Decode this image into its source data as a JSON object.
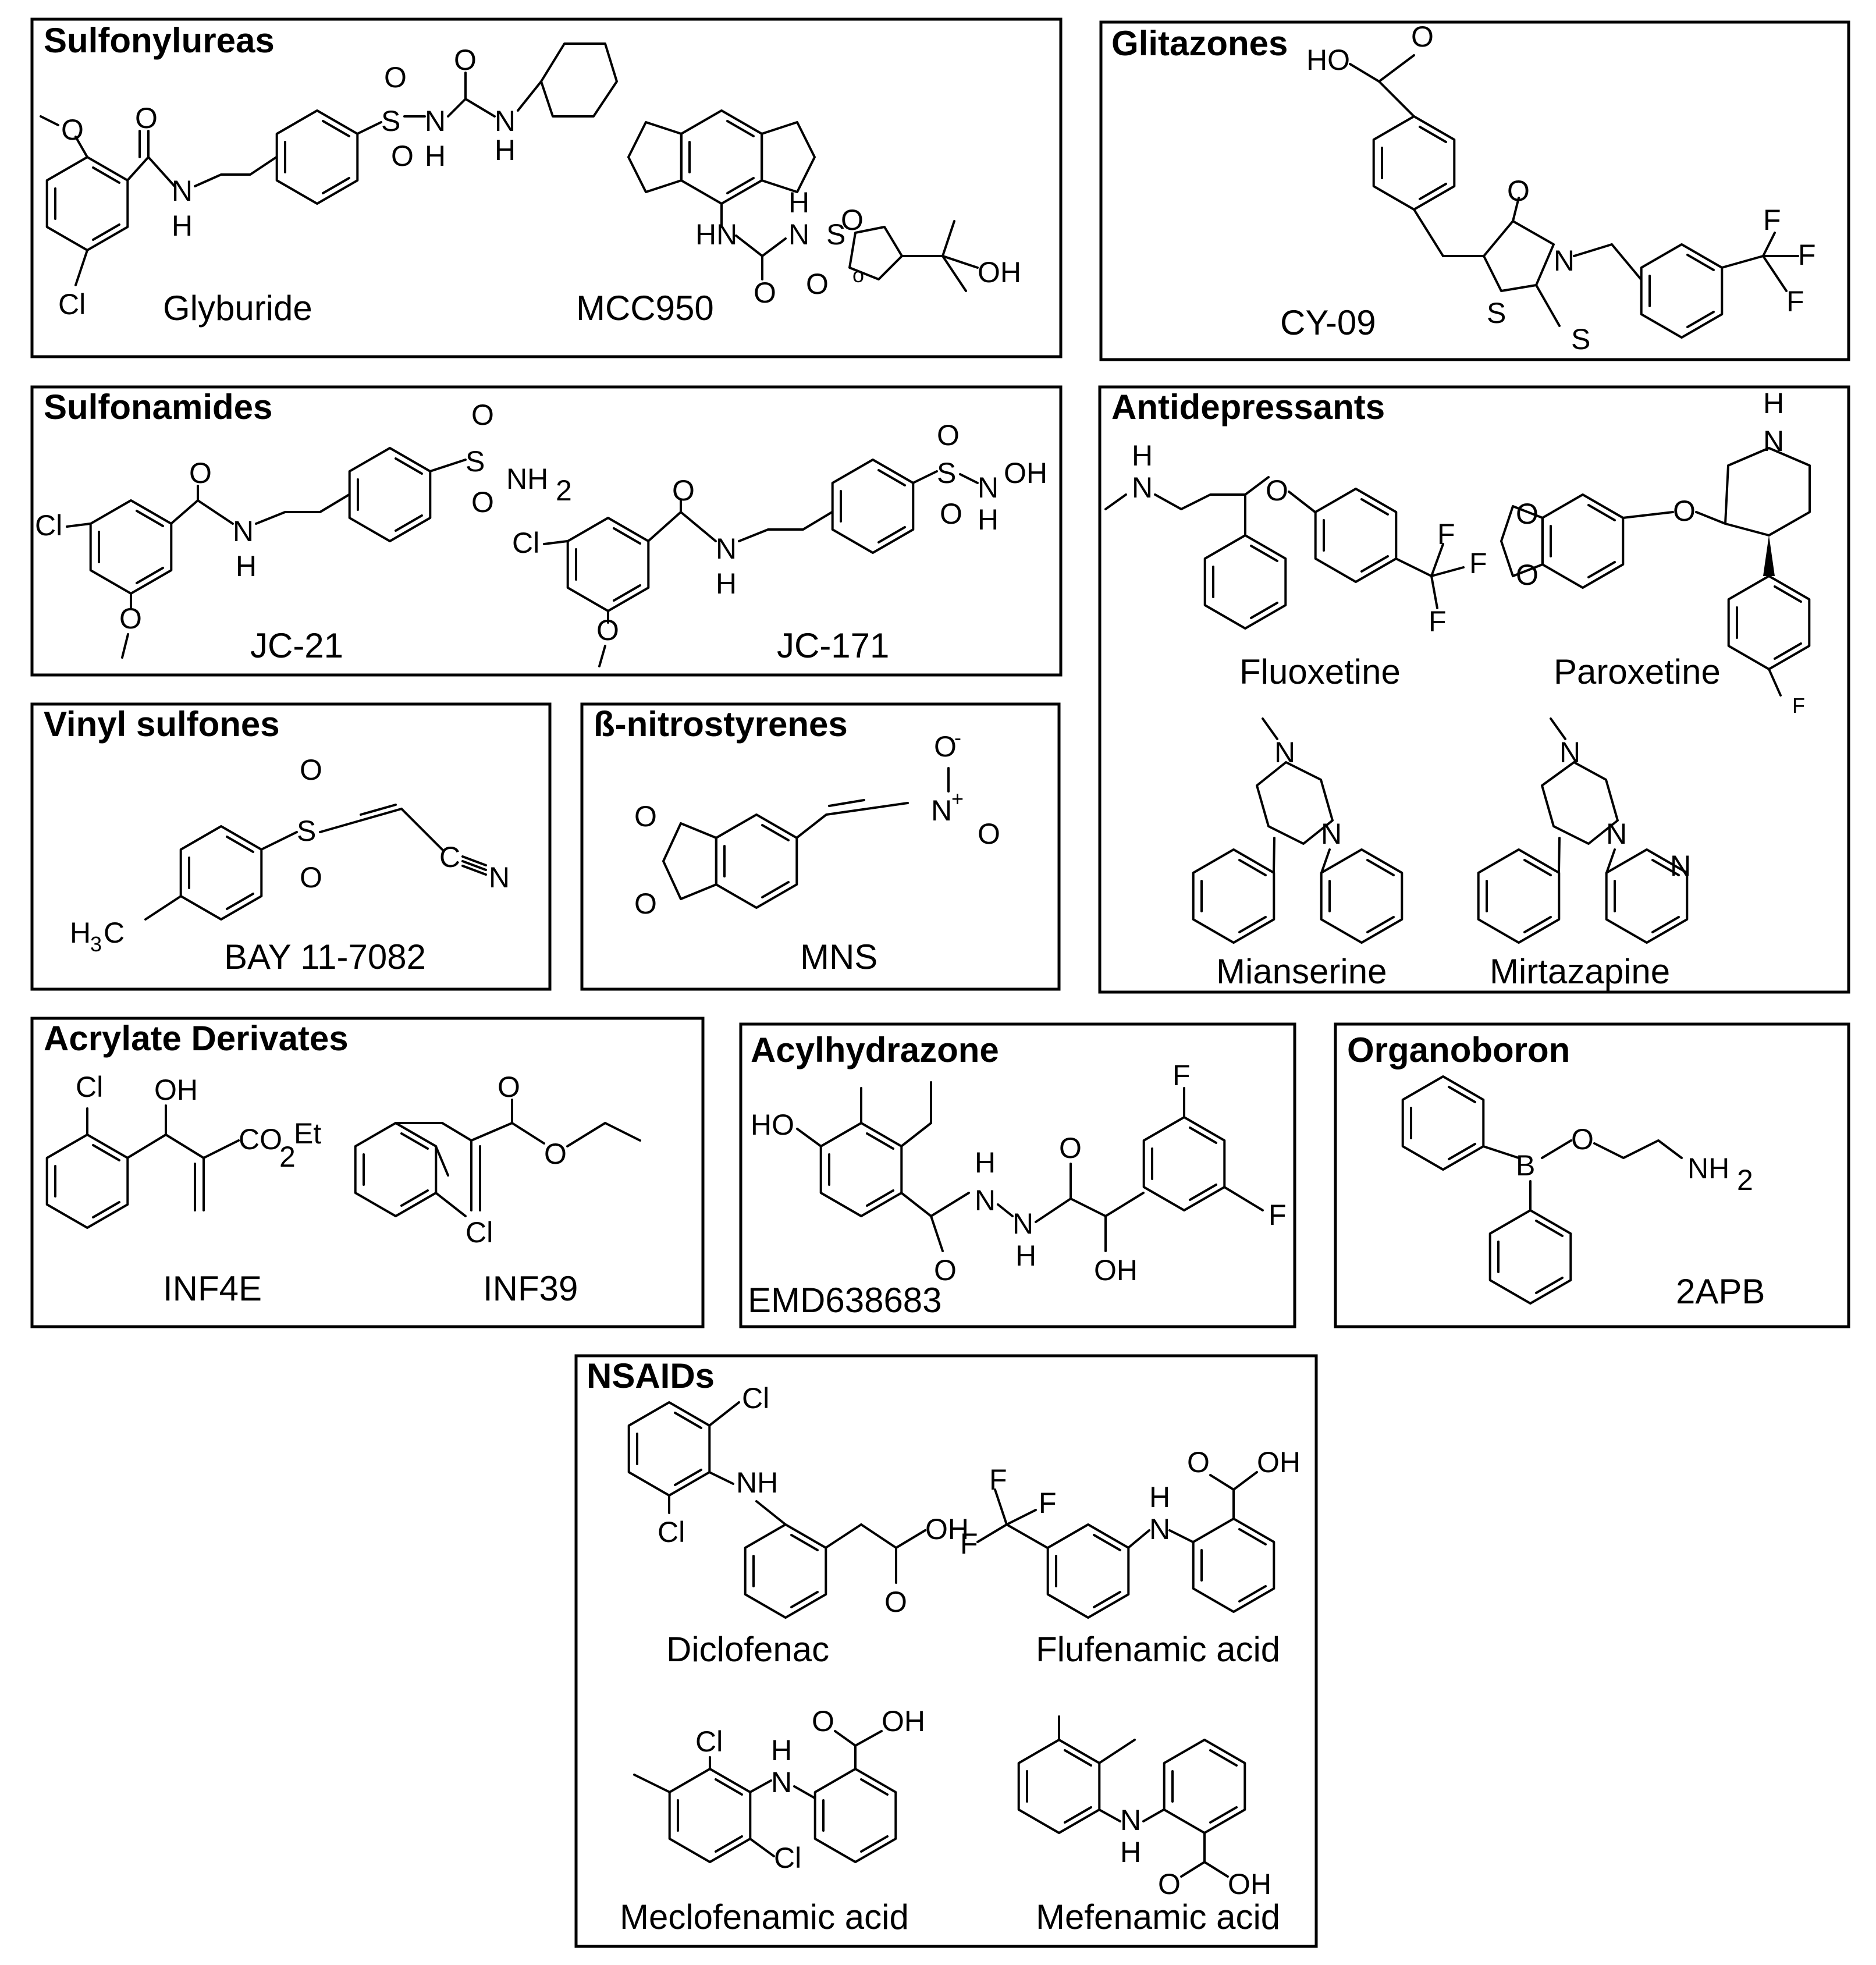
{
  "panels": [
    {
      "id": "sulfonylureas",
      "title": "Sulfonylureas",
      "compounds": [
        "Glyburide",
        "MCC950"
      ]
    },
    {
      "id": "glitazones",
      "title": "Glitazones",
      "compounds": [
        "CY-09"
      ]
    },
    {
      "id": "sulfonamides",
      "title": "Sulfonamides",
      "compounds": [
        "JC-21",
        "JC-171"
      ]
    },
    {
      "id": "antidepressants",
      "title": "Antidepressants",
      "compounds": [
        "Fluoxetine",
        "Paroxetine",
        "Mianserine",
        "Mirtazapine"
      ]
    },
    {
      "id": "vinyl-sulfones",
      "title": "Vinyl sulfones",
      "compounds": [
        "BAY 11-7082"
      ]
    },
    {
      "id": "nitrostyrenes",
      "title": "ß-nitrostyrenes",
      "compounds": [
        "MNS"
      ]
    },
    {
      "id": "acrylate",
      "title": "Acrylate Derivates",
      "compounds": [
        "INF4E",
        "INF39"
      ]
    },
    {
      "id": "acylhydrazone",
      "title": "Acylhydrazone",
      "compounds": [
        "EMD638683"
      ]
    },
    {
      "id": "organoboron",
      "title": "Organoboron",
      "compounds": [
        "2APB"
      ]
    },
    {
      "id": "nsaids",
      "title": "NSAIDs",
      "compounds": [
        "Diclofenac",
        "Flufenamic acid",
        "Meclofenamic acid",
        "Mefenamic acid"
      ]
    }
  ]
}
